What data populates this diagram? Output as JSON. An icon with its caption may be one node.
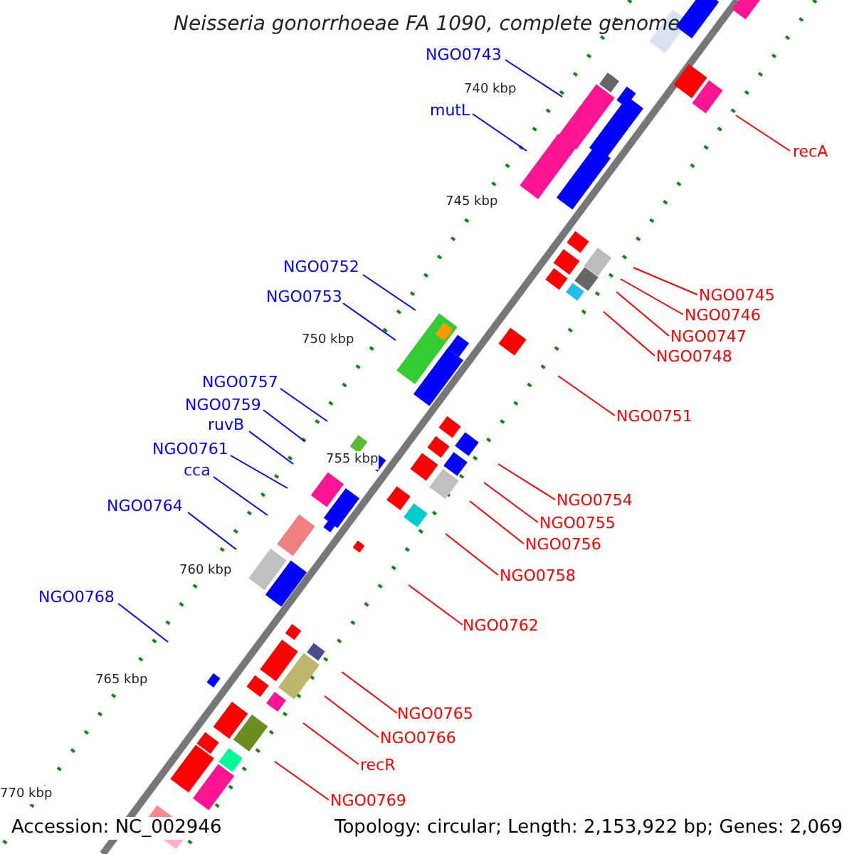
{
  "diagram": {
    "title": "Neisseria gonorrhoeae FA 1090, complete genome",
    "nodes": [
      {
        "text": [
          "NGO0743"
        ]
      },
      {
        "text": [
          "mutL"
        ]
      },
      {
        "text": [
          "recA"
        ]
      },
      {
        "text": [
          "NGO0752"
        ]
      },
      {
        "text": [
          "NGO0745"
        ]
      },
      {
        "text": [
          "NGO0753"
        ]
      },
      {
        "text": [
          "NGO0746"
        ]
      },
      {
        "text": [
          "NGO0747"
        ]
      },
      {
        "text": [
          "NGO0748"
        ]
      },
      {
        "text": [
          "NGO0757"
        ]
      },
      {
        "text": [
          "NGO0759"
        ]
      },
      {
        "text": [
          "NGO0751"
        ]
      },
      {
        "text": [
          "ruvB"
        ]
      },
      {
        "text": [
          "NGO0761"
        ]
      },
      {
        "text": [
          "cca"
        ]
      },
      {
        "text": [
          "NGO0754"
        ]
      },
      {
        "text": [
          "NGO0764"
        ]
      },
      {
        "text": [
          "NGO0755"
        ]
      },
      {
        "text": [
          "NGO0756"
        ]
      },
      {
        "text": [
          "NGO0758"
        ]
      },
      {
        "text": [
          "NGO0768"
        ]
      },
      {
        "text": [
          "NGO0762"
        ]
      },
      {
        "text": [
          "NGO0765"
        ]
      },
      {
        "text": [
          "NGO0766"
        ]
      },
      {
        "text": [
          "recR"
        ]
      },
      {
        "text": [
          "NGO0769"
        ]
      }
    ],
    "edges": [
      {
        "from": 0,
        "to": null,
        "arrow": "none",
        "color": "#0000ff"
      },
      {
        "from": 1,
        "to": null,
        "arrow": "none",
        "color": "#0000ff"
      },
      {
        "from": 2,
        "to": null,
        "arrow": "none"
      },
      {
        "from": 3,
        "to": null,
        "arrow": "none",
        "color": "#0000ff"
      },
      {
        "from": 4,
        "to": null,
        "arrow": "none"
      },
      {
        "from": 5,
        "to": null,
        "arrow": "none",
        "color": "#0000ff"
      },
      {
        "from": 6,
        "to": null,
        "arrow": "none"
      },
      {
        "from": 7,
        "to": null,
        "arrow": "none"
      },
      {
        "from": 8,
        "to": null,
        "arrow": "none"
      },
      {
        "from": 9,
        "to": null,
        "arrow": "none",
        "color": "#0000ff"
      },
      {
        "from": 10,
        "to": null,
        "arrow": "none",
        "color": "#0000ff"
      },
      {
        "from": 11,
        "to": null,
        "arrow": "none"
      },
      {
        "from": 12,
        "to": null,
        "arrow": "none",
        "color": "#0000ff"
      },
      {
        "from": 13,
        "to": null,
        "arrow": "none",
        "color": "#0000ff"
      },
      {
        "from": 14,
        "to": null,
        "arrow": "none",
        "color": "#0000ff"
      },
      {
        "from": 15,
        "to": null,
        "arrow": "none"
      },
      {
        "from": 16,
        "to": null,
        "arrow": "none",
        "color": "#0000ff"
      },
      {
        "from": 17,
        "to": null,
        "arrow": "none"
      },
      {
        "from": 18,
        "to": null,
        "arrow": "none"
      },
      {
        "from": 19,
        "to": null,
        "arrow": "none"
      },
      {
        "from": 20,
        "to": null,
        "arrow": "none",
        "color": "#0000ff"
      },
      {
        "from": 21,
        "to": null,
        "arrow": "none"
      },
      {
        "from": 22,
        "to": null,
        "arrow": "none"
      },
      {
        "from": 23,
        "to": null,
        "arrow": "none"
      },
      {
        "from": 24,
        "to": null,
        "arrow": "none"
      },
      {
        "from": 25,
        "to": null,
        "arrow": "none"
      }
    ],
    "labels": [
      "740 kbp",
      "745 kbp",
      "750 kbp",
      "755 kbp",
      "760 kbp",
      "765 kbp",
      "770 kbp",
      "Accession: NC_002946",
      "Topology: circular; Length: 2,153,922 bp; Genes: 2,069"
    ]
  }
}
